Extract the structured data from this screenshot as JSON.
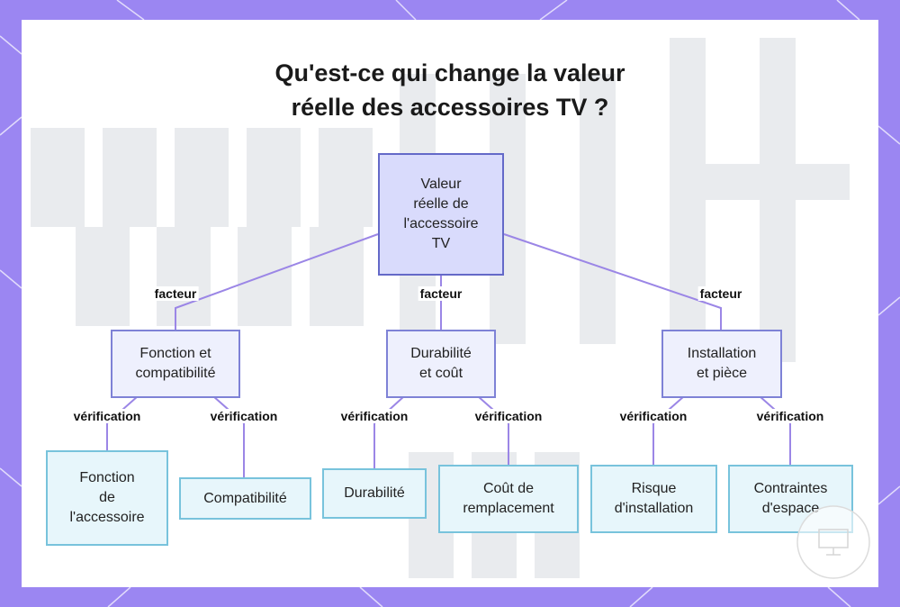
{
  "title": "Qu'est-ce qui change la valeur\nréelle des accessoires TV ?",
  "root": {
    "label": "Valeur\nréelle de\nl'accessoire\nTV"
  },
  "edge_label_factor": "facteur",
  "edge_label_check": "vérification",
  "branches": [
    {
      "label": "Fonction et\ncompatibilité",
      "children": [
        "Fonction\nde\nl'accessoire",
        "Compatibilité"
      ]
    },
    {
      "label": "Durabilité\net coût",
      "children": [
        "Durabilité",
        "Coût de\nremplacement"
      ]
    },
    {
      "label": "Installation\net pièce",
      "children": [
        "Risque\nd'installation",
        "Contraintes\nd'espace"
      ]
    }
  ],
  "colors": {
    "frame": "#9b86f2",
    "edge": "#9b86e6",
    "root_fill": "#d9dbfc",
    "mid_fill": "#eef0fd",
    "leaf_fill": "#e7f6fb"
  }
}
